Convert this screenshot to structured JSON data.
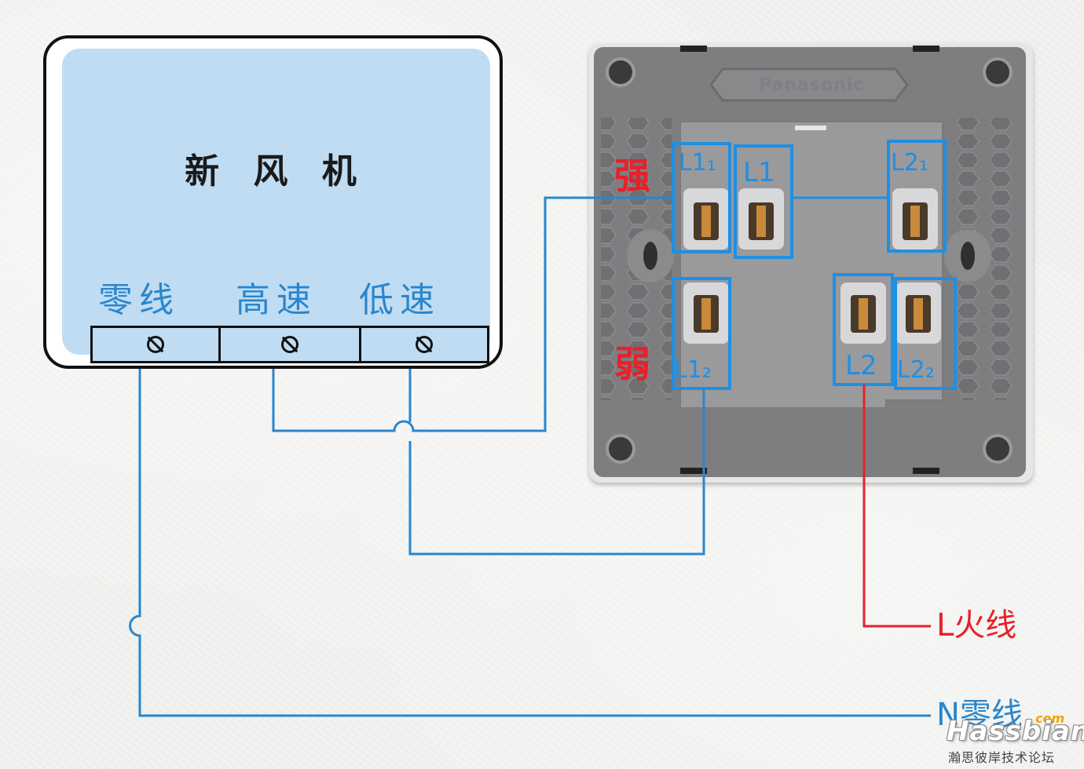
{
  "device": {
    "title": "新 风 机",
    "terminals": [
      {
        "label": "零线"
      },
      {
        "label": "高速"
      },
      {
        "label": "低速"
      }
    ]
  },
  "switch": {
    "brand": "Panasonic",
    "strong_label": "强",
    "weak_label": "弱",
    "terminals": [
      "L1₁",
      "L1",
      "L2₁",
      "L1₂",
      "L2",
      "L2₂"
    ]
  },
  "wires": {
    "live_label": "L火线",
    "neutral_label": "N零线"
  },
  "watermark": {
    "brand": "Hassbian",
    "com": "com",
    "subtitle": "瀚思彼岸技术论坛"
  },
  "colors": {
    "wire_blue": "#2a86cc",
    "wire_red": "#e8202a",
    "frame_blue": "#1f8fe3"
  }
}
